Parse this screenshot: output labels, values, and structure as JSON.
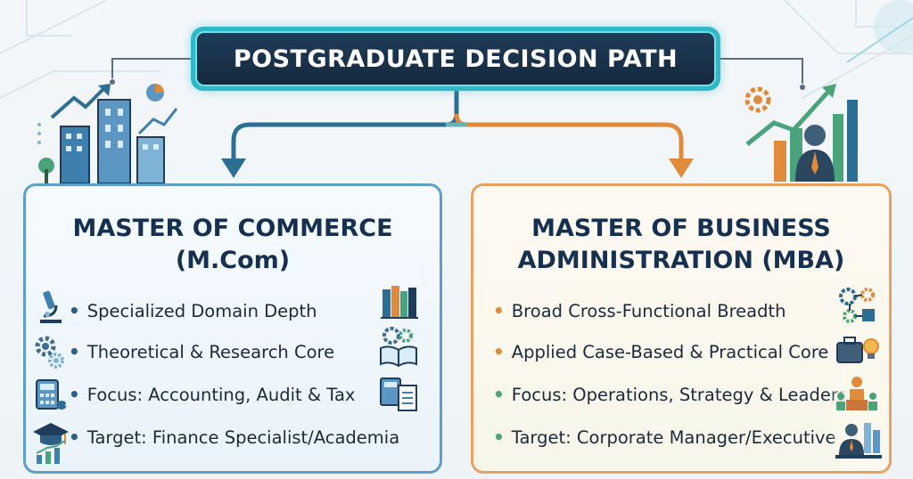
{
  "title": "POSTGRADUATE DECISION PATH",
  "left": {
    "title_line1": "MASTER OF COMMERCE",
    "title_line2": "(M.Com)",
    "bullets": [
      "Specialized Domain Depth",
      "Theoretical & Research Core",
      "Focus: Accounting, Audit & Tax",
      "Target: Finance Specialist/Academia"
    ]
  },
  "right": {
    "title_line1": "MASTER OF BUSINESS",
    "title_line2": "ADMINISTRATION (MBA)",
    "bullets": [
      "Broad Cross-Functional Breadth",
      "Applied Case-Based & Practical Core",
      "Focus: Operations, Strategy & Leadership",
      "Target: Corporate Manager/Executive"
    ],
    "bullet_colors": [
      "#e08a3c",
      "#e08a3c",
      "#4aa37a",
      "#4aa37a"
    ]
  },
  "colors": {
    "title_bg": "#1f3d5a",
    "title_border": "#2fb8c7",
    "left_border": "#5f9fc6",
    "right_border": "#e9a162",
    "left_arrow": "#2d6f94",
    "right_arrow": "#e08a3c"
  },
  "icons": [
    "city-growth-icon",
    "finance-growth-icon",
    "microscope-icon",
    "books-icon",
    "gears-icon",
    "book-gears-icon",
    "calculator-icon",
    "ledger-icon",
    "graduation-cap-icon",
    "network-gears-icon",
    "briefcase-bulb-icon",
    "leadership-podium-icon",
    "executive-icon"
  ]
}
